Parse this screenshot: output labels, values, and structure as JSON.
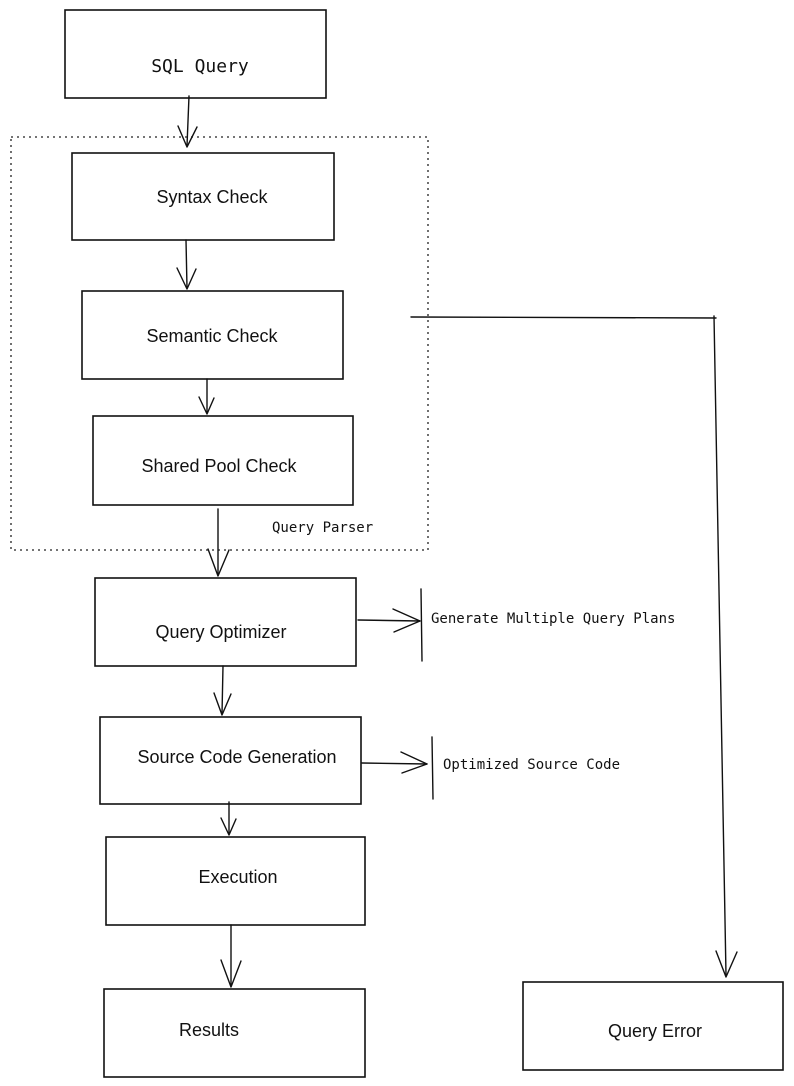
{
  "nodes": {
    "sql_query": "SQL Query",
    "syntax_check": "Syntax Check",
    "semantic_check": "Semantic Check",
    "shared_pool_check": "Shared Pool Check",
    "query_optimizer": "Query Optimizer",
    "source_code_generation": "Source Code Generation",
    "execution": "Execution",
    "results": "Results",
    "query_error": "Query Error"
  },
  "group": {
    "query_parser": "Query Parser"
  },
  "annotations": {
    "optimizer_output": "Generate Multiple Query Plans",
    "codegen_output": "Optimized Source Code"
  }
}
